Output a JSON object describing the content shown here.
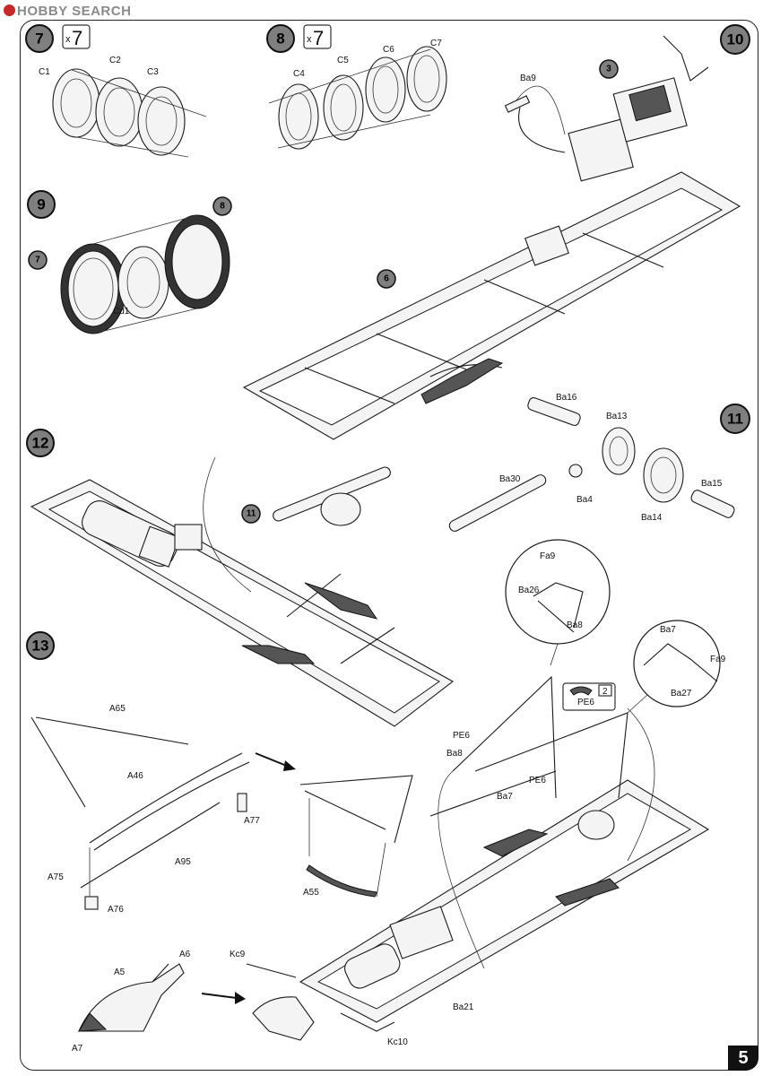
{
  "watermark": "HOBBY SEARCH",
  "page_number": "5",
  "steps": [
    {
      "id": "step-7",
      "label": "7",
      "qty_prefix": "x",
      "qty": "7"
    },
    {
      "id": "step-8",
      "label": "8",
      "qty_prefix": "x",
      "qty": "7"
    },
    {
      "id": "step-9",
      "label": "9"
    },
    {
      "id": "step-10",
      "label": "10"
    },
    {
      "id": "step-11",
      "label": "11"
    },
    {
      "id": "step-12",
      "label": "12"
    },
    {
      "id": "step-13",
      "label": "13"
    }
  ],
  "callouts": {
    "sub_8": "8",
    "sub_7": "7",
    "sub_3": "3",
    "sub_6": "6",
    "sub_11": "11"
  },
  "parts": {
    "C1": "C1",
    "C2": "C2",
    "C3": "C3",
    "C4": "C4",
    "C5": "C5",
    "C6": "C6",
    "C7": "C7",
    "Cd1": "Cd1",
    "Ba9": "Ba9",
    "Ba16": "Ba16",
    "Ba13": "Ba13",
    "Ba30": "Ba30",
    "Ba4": "Ba4",
    "Ba14": "Ba14",
    "Ba15": "Ba15",
    "Fa9a": "Fa9",
    "Ba26": "Ba26",
    "Ba8a": "Ba8",
    "Ba7a": "Ba7",
    "Fa9b": "Fa9",
    "Ba27": "Ba27",
    "PE6a": "PE6",
    "PE6b": "PE6",
    "PE6c": "PE6",
    "Ba8b": "Ba8",
    "Ba7b": "Ba7",
    "A65": "A65",
    "A46": "A46",
    "A77": "A77",
    "A95": "A95",
    "A75": "A75",
    "A76": "A76",
    "A55": "A55",
    "Kc9": "Kc9",
    "A5": "A5",
    "A6": "A6",
    "A7": "A7",
    "Ba21": "Ba21",
    "Kc10": "Kc10"
  },
  "photoetch_note": {
    "count": "2"
  },
  "colors": {
    "badge": "#7f7f7f",
    "ink": "#111111",
    "watermark": "#8a8a8a",
    "logo": "#c52a2a"
  }
}
